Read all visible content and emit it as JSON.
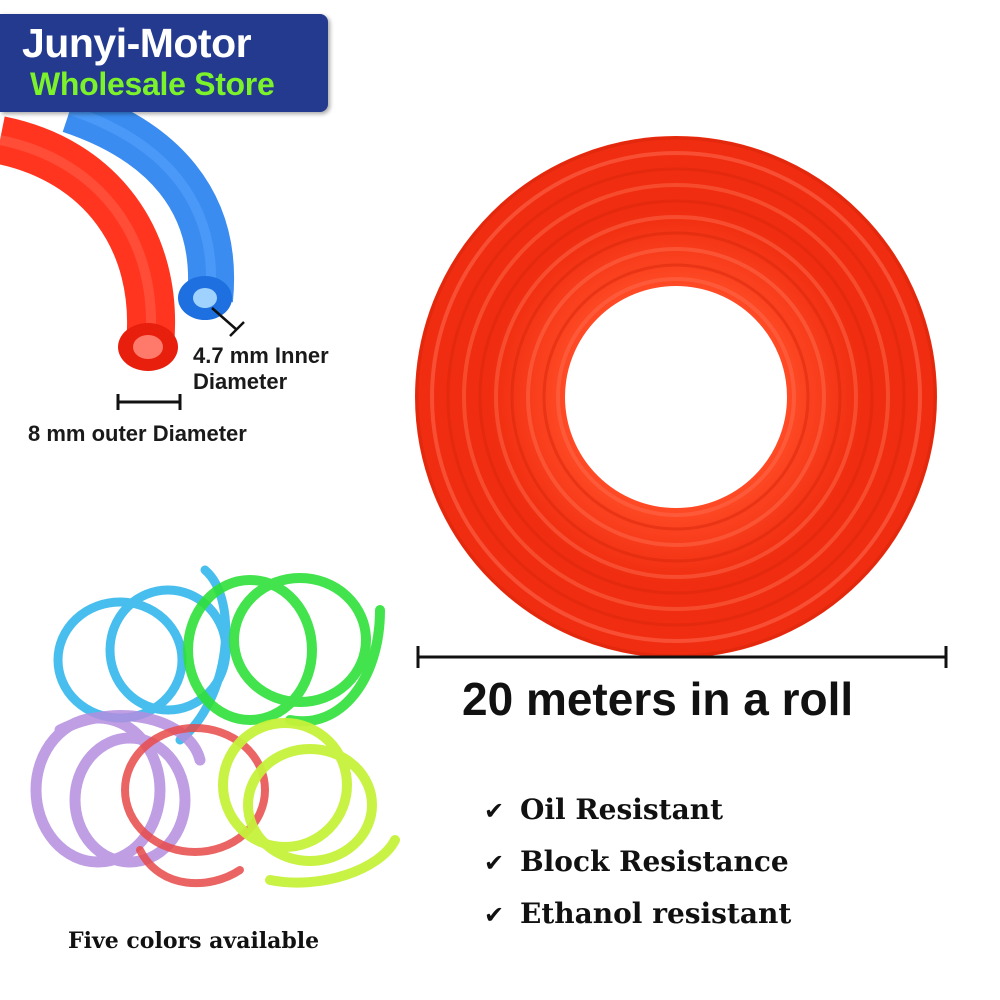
{
  "banner": {
    "brand": "Junyi-Motor",
    "store": "Wholesale Store"
  },
  "labels": {
    "inner_line1": "4.7 mm Inner",
    "inner_line2": "Diameter",
    "outer": "8 mm outer Diameter",
    "roll": "20 meters in a roll",
    "colors_available": "Five colors available"
  },
  "features": [
    "Oil Resistant",
    "Block Resistance",
    "Ethanol resistant"
  ],
  "icons": {
    "feature_bullet": "checkmark-icon"
  },
  "colors": {
    "banner_bg": "#233a8f",
    "banner_store_text": "#7cf22a",
    "hose_red": "#ff3b1f",
    "hose_blue": "#2f86f0",
    "hose_cyan": "#34b8ec",
    "hose_green": "#2fe03a",
    "hose_purple": "#b48ee0",
    "hose_red_thin": "#e84a4a",
    "hose_yellow": "#c6f23a"
  }
}
